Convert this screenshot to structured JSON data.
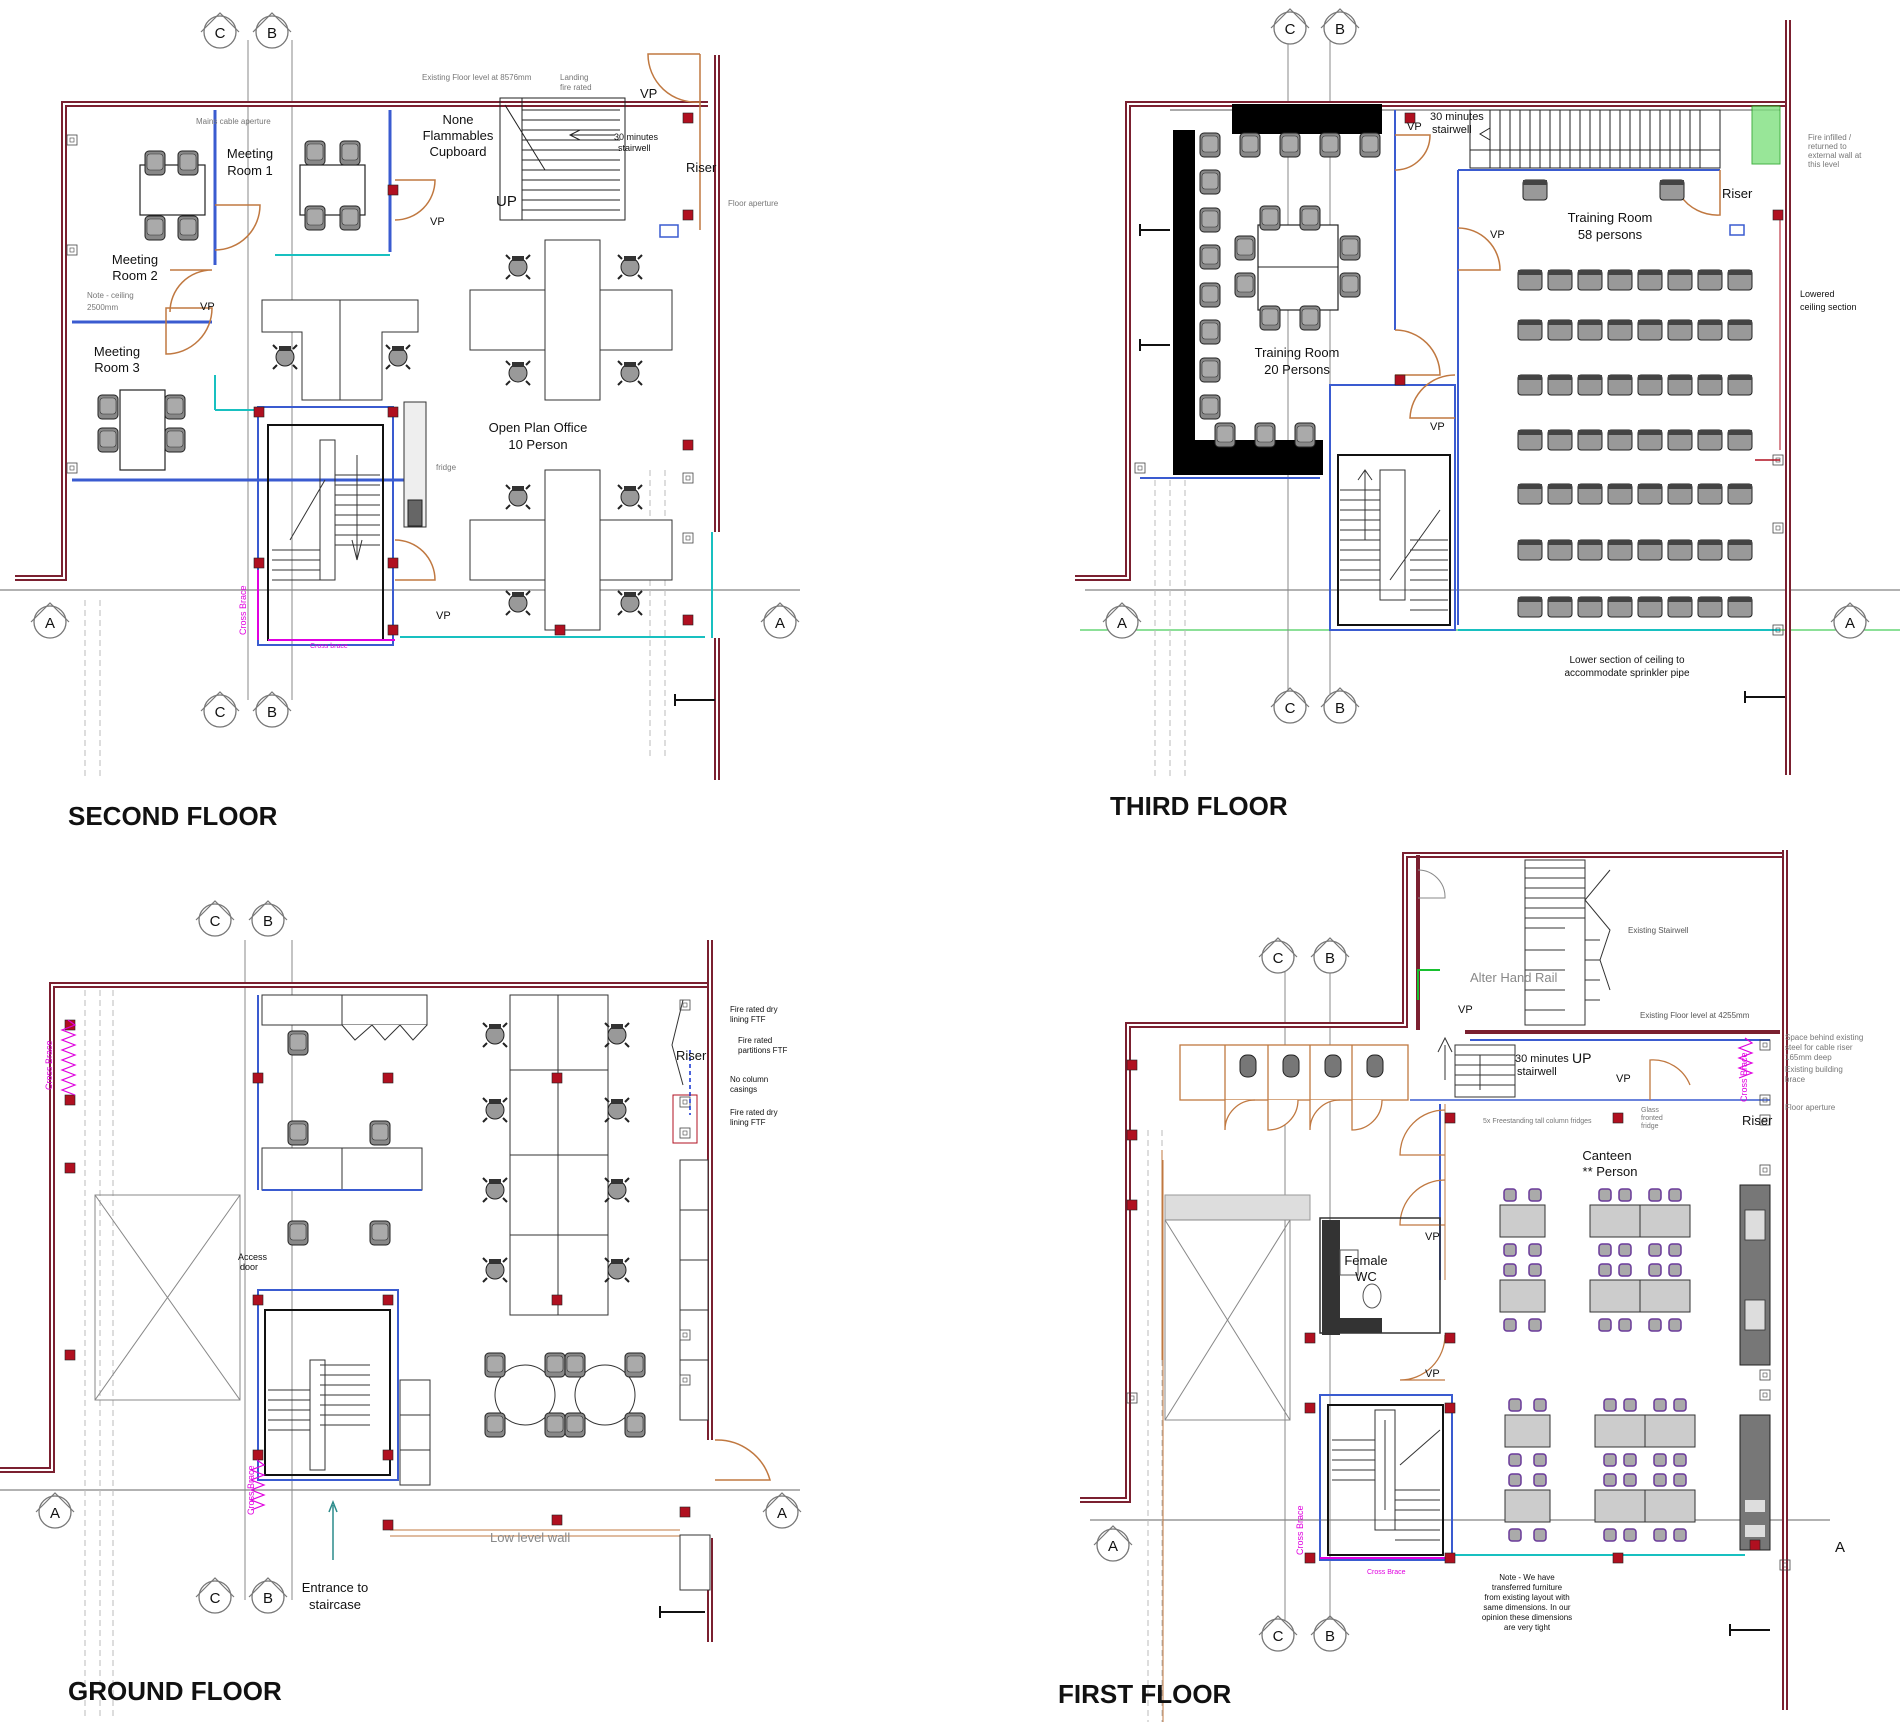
{
  "grid": {
    "a": "A",
    "b": "B",
    "c": "C"
  },
  "second_floor": {
    "title": "SECOND FLOOR",
    "existing_floor": "Existing Floor level at 8576mm",
    "landing_1": "Landing",
    "landing_2": "fire rated",
    "vp": "VP",
    "mains": "Mains cable aperture",
    "meeting1_1": "Meeting",
    "meeting1_2": "Room 1",
    "flammables_1": "None",
    "flammables_2": "Flammables",
    "flammables_3": "Cupboard",
    "stair_1": "30 minutes",
    "stair_2": "stairwell",
    "riser": "Riser",
    "floor_aperture": "Floor aperture",
    "up": "UP",
    "meeting2_1": "Meeting",
    "meeting2_2": "Room 2",
    "note_1": "Note - ceiling",
    "note_2": "2500mm",
    "meeting3_1": "Meeting",
    "meeting3_2": "Room 3",
    "office_1": "Open Plan Office",
    "office_2": "10 Person",
    "fridge": "fridge",
    "cross_brace": "Cross Brace",
    "cross_brace_2": "Cross brace"
  },
  "third_floor": {
    "title": "THIRD FLOOR",
    "stair_1": "30 minutes",
    "stair_2": "stairwell",
    "vp": "VP",
    "fire_1": "Fire infilled /",
    "fire_2": "returned to",
    "fire_3": "external wall at",
    "fire_4": "this level",
    "riser": "Riser",
    "training58_1": "Training Room",
    "training58_2": "58 persons",
    "lowered_1": "Lowered",
    "lowered_2": "ceiling section",
    "training20_1": "Training Room",
    "training20_2": "20 Persons",
    "lower_1": "Lower section of ceiling to",
    "lower_2": "accommodate sprinkler pipe"
  },
  "ground_floor": {
    "title": "GROUND FLOOR",
    "cross_brace": "Cross Brace",
    "fire_dry_1": "Fire rated dry",
    "fire_dry_2": "lining FTF",
    "fire_part_1": "Fire rated",
    "fire_part_2": "partitions FTF",
    "riser": "Riser",
    "no_col_1": "No column",
    "no_col_2": "casings",
    "access_1": "Access",
    "access_2": "door",
    "low_wall": "Low level wall",
    "entrance_1": "Entrance to",
    "entrance_2": "staircase"
  },
  "first_floor": {
    "title": "FIRST FLOOR",
    "existing_stair": "Existing Stairwell",
    "hand_rail": "Alter Hand Rail",
    "existing_floor": "Existing Floor level at 4255mm",
    "vp": "VP",
    "stair_1": "30 minutes",
    "stair_2": "stairwell",
    "up": "UP",
    "space_1": "Space behind existing",
    "space_2": "steel for cable riser",
    "space_3": "165mm deep",
    "brace_1": "Existing building",
    "brace_2": "brace",
    "floor_aperture": "Floor aperture",
    "riser": "Riser",
    "fridges": "5x Freestanding tall column fridges",
    "glass_1": "Glass",
    "glass_2": "fronted",
    "glass_3": "fridge",
    "canteen_1": "Canteen",
    "canteen_2": "** Person",
    "female_1": "Female",
    "female_2": "WC",
    "cross_brace": "Cross Brace",
    "cross_brace_2": "Cross Brace",
    "note_1": "Note - We have",
    "note_2": "transferred furniture",
    "note_3": "from existing layout with",
    "note_4": "same dimensions. In our",
    "note_5": "opinion these dimensions",
    "note_6": "are very tight"
  },
  "colors": {
    "wall": "#7b2030",
    "column": "#b01020",
    "partition": "#3a5bd0",
    "glass": "#18c0c0",
    "brace": "#e000e0",
    "door": "#c07840"
  }
}
